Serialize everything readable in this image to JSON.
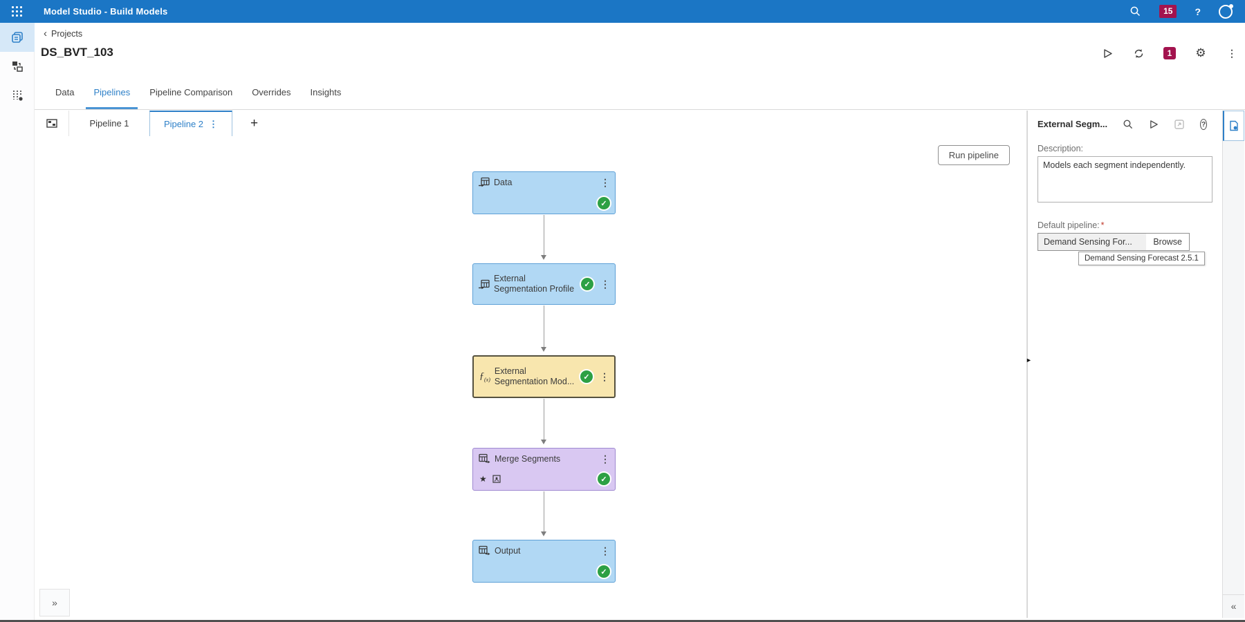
{
  "colors": {
    "appbar_blue": "#1b76c5",
    "badge_maroon": "#a3134e",
    "active_tab_blue": "#2e80c8",
    "node_blue_fill": "#b1d8f4",
    "node_blue_border": "#5c9fd6",
    "node_yellow_fill": "#f8e6ae",
    "node_yellow_border": "#55513f",
    "node_purple_fill": "#d9c8f2",
    "node_purple_border": "#9e88d0",
    "success_green": "#2da044"
  },
  "icons": {
    "kebab": "⋮",
    "star": "★",
    "check": "✓",
    "gear": "⚙",
    "back_chevron": "‹",
    "add": "+",
    "help": "?",
    "expand_right": "»",
    "collapse_right": "«",
    "splitter": "►"
  },
  "app_bar": {
    "title": "Model Studio - Build Models",
    "notification_count": "15"
  },
  "breadcrumb": {
    "back": "Projects"
  },
  "project": {
    "title": "DS_BVT_103"
  },
  "header_actions": {
    "run_count_badge": "1"
  },
  "main_tabs": {
    "data": "Data",
    "pipelines": "Pipelines",
    "comparison": "Pipeline Comparison",
    "overrides": "Overrides",
    "insights": "Insights"
  },
  "pipeline_tabs": {
    "tab1": "Pipeline 1",
    "tab2": "Pipeline 2"
  },
  "canvas": {
    "run_button": "Run pipeline",
    "nodes": [
      {
        "title": "Data",
        "status": "success"
      },
      {
        "line1": "External",
        "line2": "Segmentation Profile",
        "status": "success"
      },
      {
        "line1": "External",
        "line2": "Segmentation Mod...",
        "fx": "ƒ",
        "fx_sub": "(x)",
        "status": "success",
        "selected": true
      },
      {
        "title": "Merge Segments",
        "status": "success"
      },
      {
        "title": "Output",
        "status": "success"
      }
    ]
  },
  "right_panel": {
    "title": "External Segm...",
    "description_label": "Description:",
    "description_value": "Models each segment independently.",
    "default_pipeline_label": "Default pipeline:",
    "required_marker": "*",
    "default_pipeline_value": "Demand Sensing For...",
    "browse_label": "Browse",
    "tooltip": "Demand Sensing Forecast 2.5.1"
  }
}
